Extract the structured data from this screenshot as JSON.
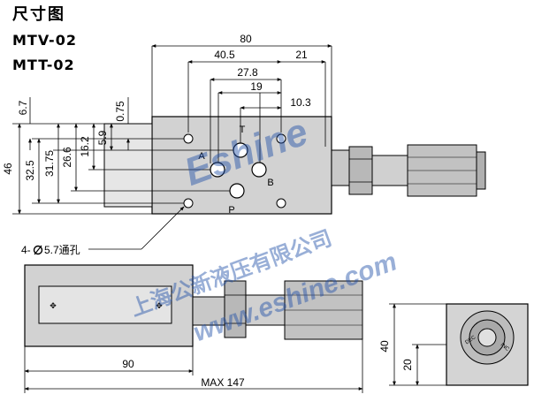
{
  "header": {
    "title": "尺寸图",
    "models": [
      "MTV-02",
      "MTT-02"
    ]
  },
  "dimensions": {
    "overall_top": "80",
    "port_40_5": "40.5",
    "right_21": "21",
    "port_27_8": "27.8",
    "port_19": "19",
    "port_10_3": "10.3",
    "left_6_7": "6.7",
    "left_0_75": "0.75",
    "height_46": "46",
    "height_32_5": "32.5",
    "height_31_75": "31.75",
    "height_26_6": "26.6",
    "height_16_2": "16.2",
    "height_5_9": "5.9",
    "holes_note": "4-",
    "holes_note_tail": "5.7通孔",
    "body_length": "90",
    "max_length": "MAX 147",
    "end_height": "40",
    "end_half": "20"
  },
  "ports": {
    "t": "T",
    "a": "A",
    "b": "B",
    "p": "P"
  },
  "knob": {
    "marking": "DEC",
    "marking_2": "INC"
  },
  "watermark": {
    "brand": "Eshine",
    "company": "上海公新液压有限公司",
    "url": "www.eshine.com"
  },
  "colors": {
    "line": "#000000",
    "body_fill": "#cfcfcf",
    "face_fill": "#e4e4e4",
    "watermark": "#1f4fa8"
  }
}
